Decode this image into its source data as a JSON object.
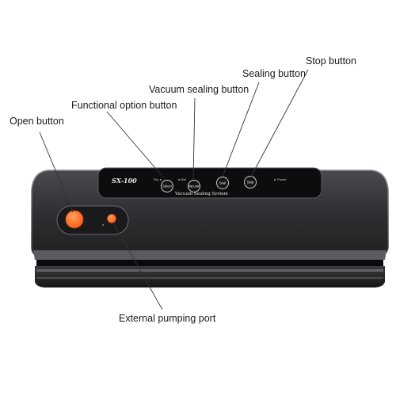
{
  "callouts": {
    "open": "Open button",
    "functional": "Functional option button",
    "vacuum_sealing": "Vacuum sealing button",
    "sealing": "Sealing button",
    "stop": "Stop button",
    "external_port": "External pumping port"
  },
  "device": {
    "model": "SX-100",
    "system_label": "Vacuum Sealing System",
    "indicator_dry": "Dry",
    "indicator_wet": "Wet",
    "indicator_power": "Power",
    "buttons": [
      "Select",
      "Vacuum",
      "Seal",
      "Stop"
    ]
  },
  "colors": {
    "body": "#2f3033",
    "panel": "#0d0d0f",
    "accent_orange": "#ff6a1a",
    "leader_line": "#333333"
  }
}
